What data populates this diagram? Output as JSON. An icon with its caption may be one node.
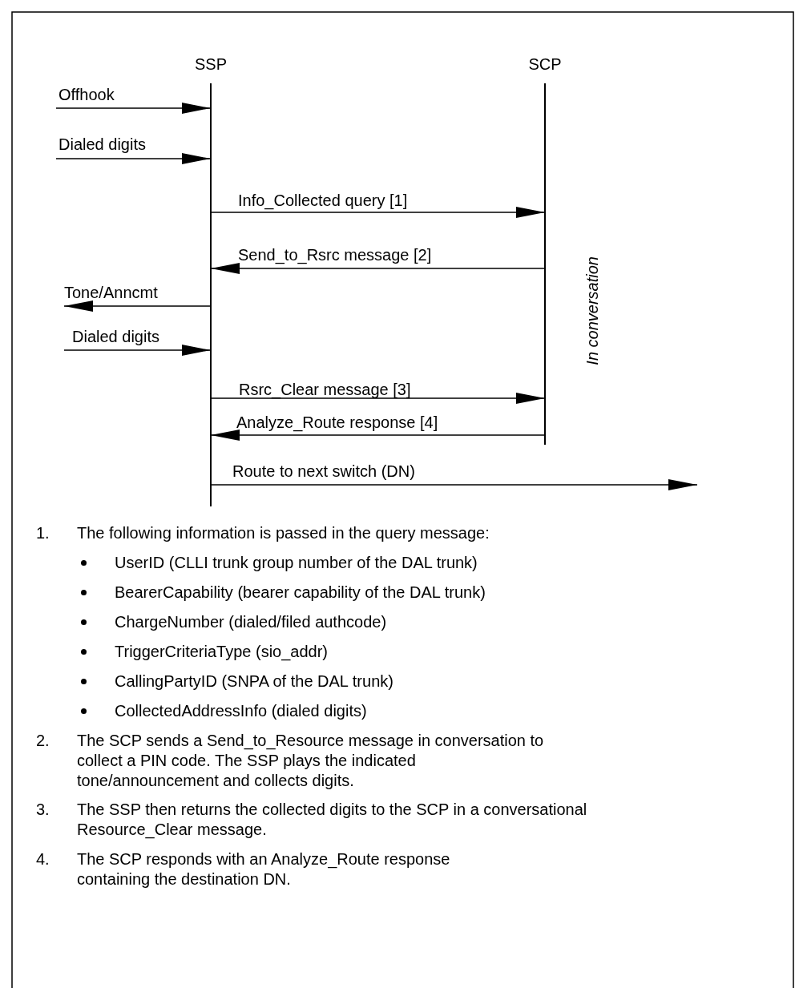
{
  "diagram": {
    "nodes": [
      {
        "text": [
          "SSP"
        ]
      },
      {
        "text": [
          "SCP"
        ]
      }
    ],
    "edges": [
      {
        "from": null,
        "to": 0,
        "arrow": "to",
        "label": "Offhook"
      },
      {
        "from": null,
        "to": 0,
        "arrow": "to",
        "label": "Dialed digits"
      },
      {
        "from": 0,
        "to": 1,
        "arrow": "to",
        "label": "Info_Collected query [1]"
      },
      {
        "from": 1,
        "to": 0,
        "arrow": "to",
        "label": "Send_to_Rsrc message [2]"
      },
      {
        "from": 0,
        "to": null,
        "arrow": "to",
        "label": "Tone/Anncmt"
      },
      {
        "from": null,
        "to": 0,
        "arrow": "to",
        "label": "Dialed digits"
      },
      {
        "from": 0,
        "to": 1,
        "arrow": "to",
        "label": "Rsrc_Clear message [3]"
      },
      {
        "from": 1,
        "to": 0,
        "arrow": "to",
        "label": "Analyze_Route response [4]"
      },
      {
        "from": 0,
        "to": null,
        "arrow": "to",
        "label": "Route to next switch (DN)"
      }
    ],
    "labels": [
      "In conversation",
      "1.",
      "The following information is passed in the query message:",
      "UserID (CLLI trunk group number of the DAL trunk)",
      "BearerCapability (bearer capability of the DAL trunk)",
      "ChargeNumber (dialed/filed authcode)",
      "TriggerCriteriaType (sio_addr)",
      "CallingPartyID (SNPA of the DAL trunk)",
      "CollectedAddressInfo (dialed digits)",
      "2.",
      "The SCP sends a Send_to_Resource message in conversation to collect a PIN code. The SSP plays the indicated tone/announcement and collects digits.",
      "3.",
      "The SSP then returns the collected digits to the SCP in a conversational Resource_Clear message.",
      "4.",
      "The SCP responds with an Analyze_Route response containing the destination DN."
    ]
  }
}
